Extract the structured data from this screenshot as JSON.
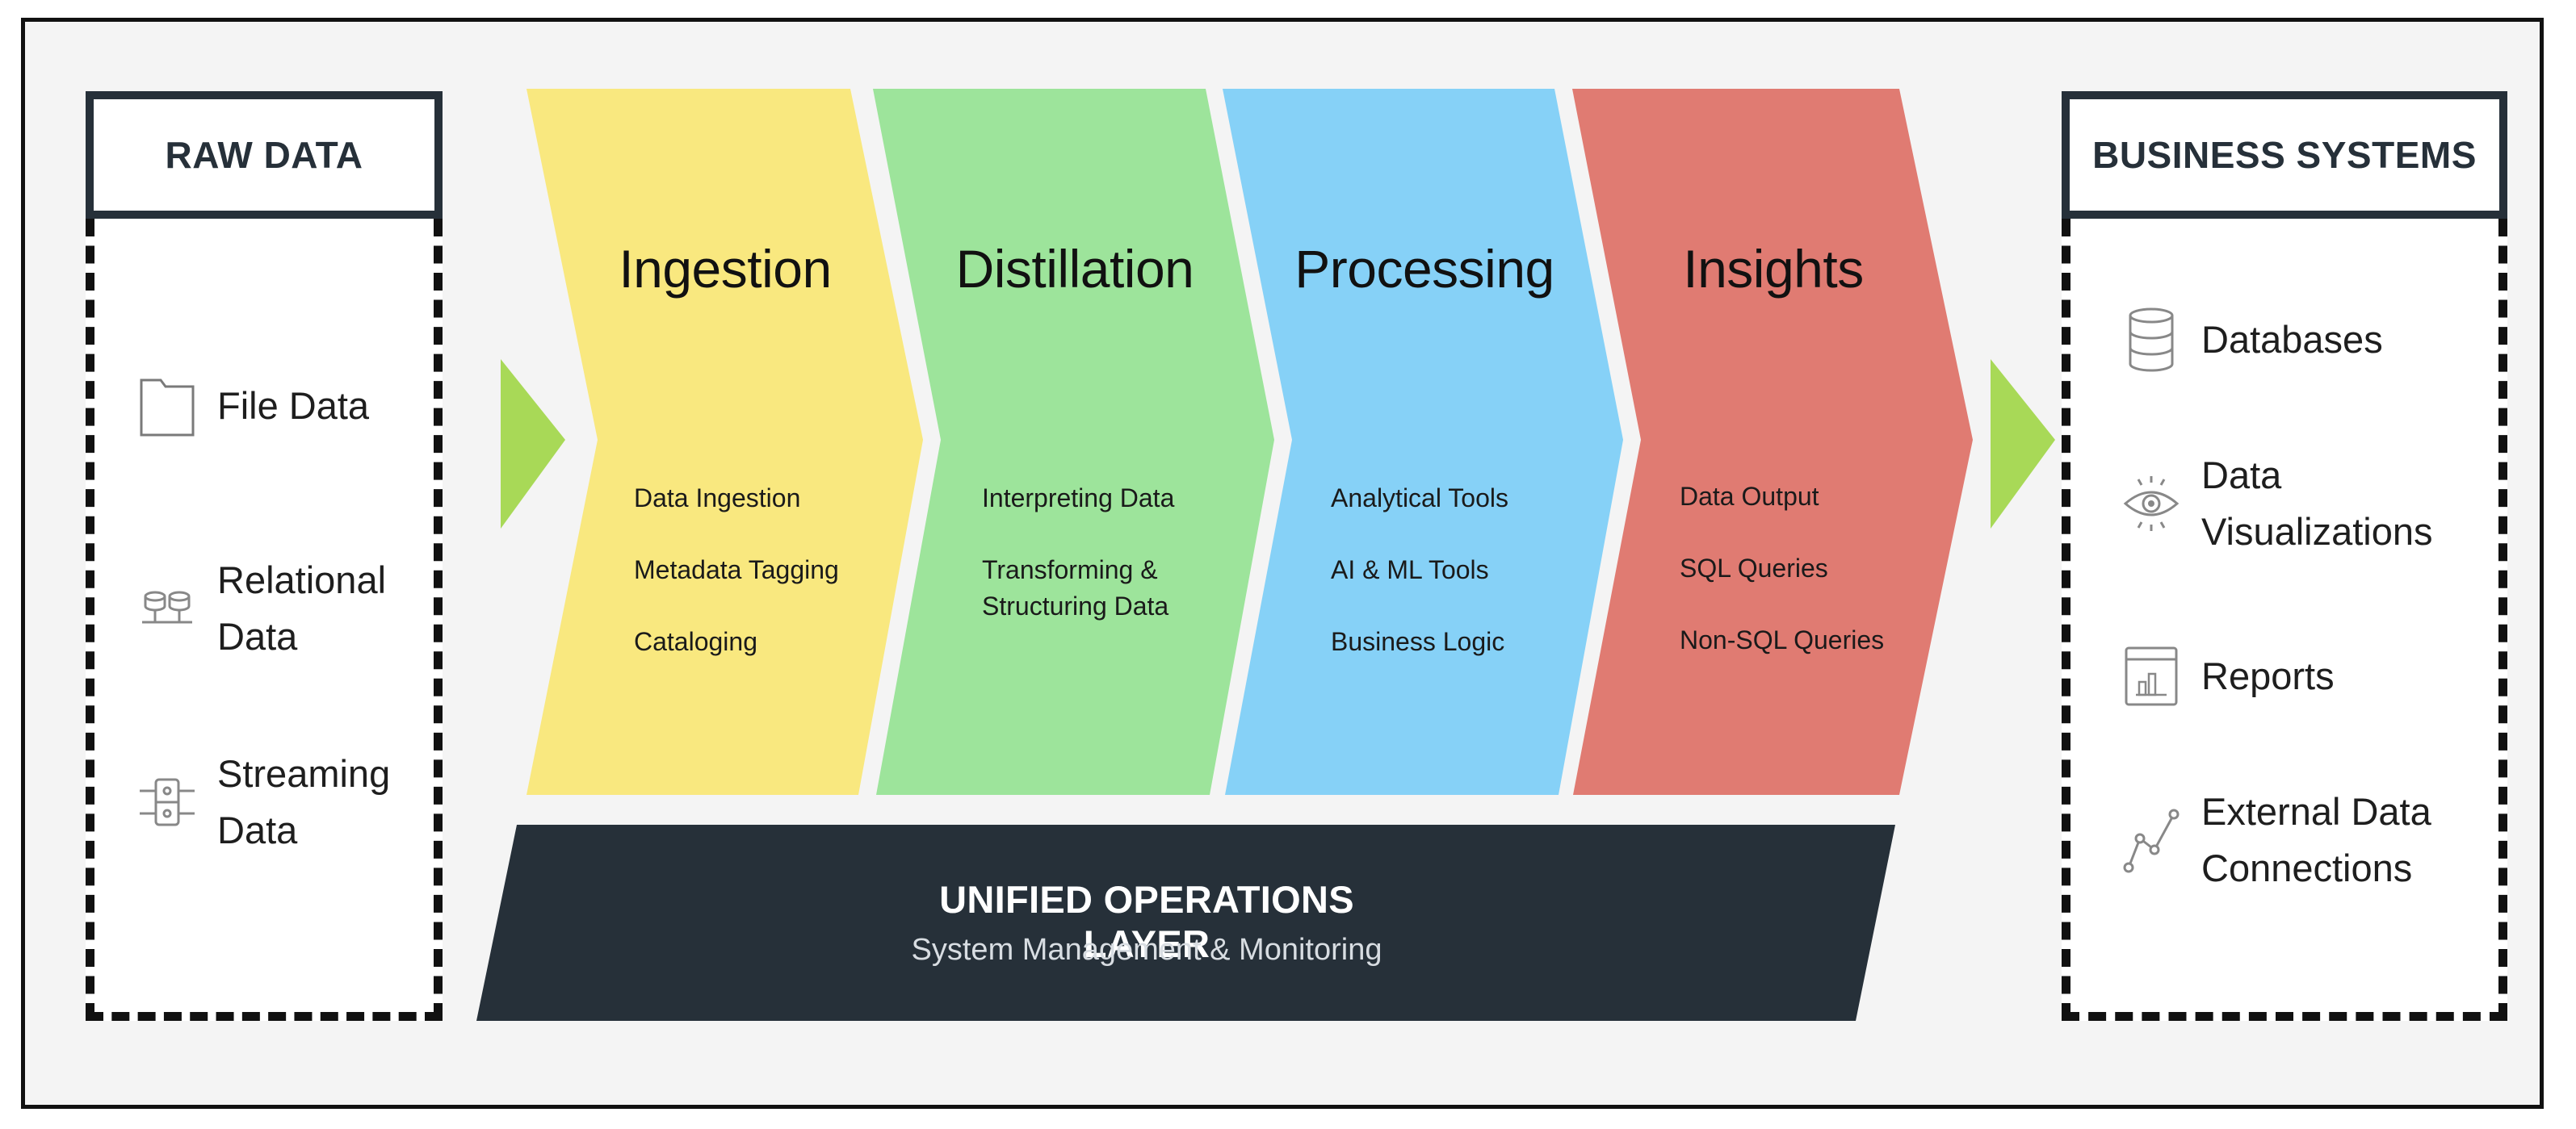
{
  "raw_data": {
    "title": "RAW DATA",
    "items": [
      {
        "icon": "folder-icon",
        "lines": [
          "File Data"
        ]
      },
      {
        "icon": "relational-data-icon",
        "lines": [
          "Relational",
          "Data"
        ]
      },
      {
        "icon": "streaming-data-icon",
        "lines": [
          "Streaming",
          "Data"
        ]
      }
    ]
  },
  "stages": [
    {
      "title": "Ingestion",
      "color": "#f9e87f",
      "items": [
        "Data Ingestion",
        "Metadata Tagging",
        "Cataloging"
      ]
    },
    {
      "title": "Distillation",
      "color": "#9de49b",
      "items": [
        "Interpreting Data",
        "Transforming & Structuring Data"
      ]
    },
    {
      "title": "Processing",
      "color": "#86d1f7",
      "items": [
        "Analytical Tools",
        "AI & ML Tools",
        "Business Logic"
      ]
    },
    {
      "title": "Insights",
      "color": "#e07b72",
      "items": [
        "Data Output",
        "SQL Queries",
        "Non-SQL Queries"
      ]
    }
  ],
  "unified_layer": {
    "title": "UNIFIED OPERATIONS LAYER",
    "subtitle": "System Management & Monitoring",
    "color": "#263039"
  },
  "business_systems": {
    "title": "BUSINESS SYSTEMS",
    "items": [
      {
        "icon": "database-icon",
        "lines": [
          "Databases"
        ]
      },
      {
        "icon": "eye-icon",
        "lines": [
          "Data",
          "Visualizations"
        ]
      },
      {
        "icon": "report-chart-icon",
        "lines": [
          "Reports"
        ]
      },
      {
        "icon": "connection-line-icon",
        "lines": [
          "External Data",
          "Connections"
        ]
      }
    ]
  },
  "colors": {
    "connector_arrow": "#a8d957",
    "panel_border": "#263039",
    "background": "#f4f4f4"
  }
}
